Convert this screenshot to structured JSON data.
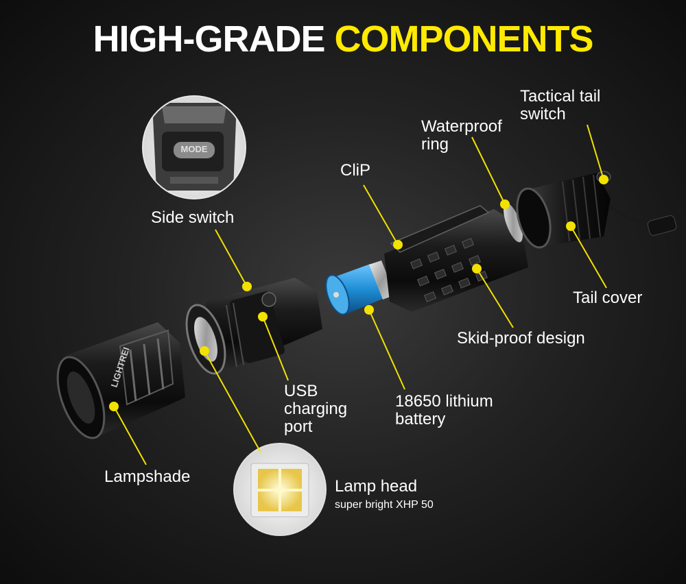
{
  "headline": {
    "white_part": "HIGH-GRADE",
    "yellow_part": "COMPONENTS"
  },
  "colors": {
    "accent_yellow": "#ffea00",
    "callout_line": "#f2e200",
    "battery_blue": "#1f8fd6",
    "text": "#ffffff"
  },
  "callouts": {
    "tactical_tail_switch": "Tactical tail\nswitch",
    "waterproof_ring": "Waterproof\nring",
    "clip": "CliP",
    "side_switch": "Side switch",
    "tail_cover": "Tail cover",
    "skid_proof": "Skid-proof design",
    "usb_port": "USB\ncharging\nport",
    "battery": "18650 lithium\nbattery",
    "lampshade": "Lampshade",
    "lamp_head": "Lamp head",
    "lamp_head_sub": "super bright XHP 50"
  },
  "images": {
    "mode_button_text": "MODE",
    "bezel_brand_text": "LIGHTREI"
  }
}
